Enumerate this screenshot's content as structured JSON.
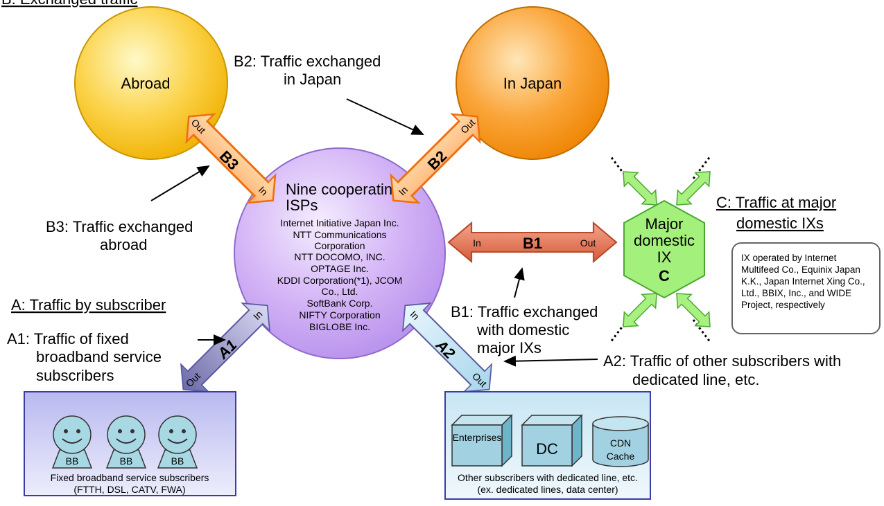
{
  "headings": {
    "b_section": "B: Exchanged traffic",
    "a_section": "A: Traffic by subscriber",
    "c_section_line1": "C:  Traffic at major",
    "c_section_line2": "domestic IXs"
  },
  "circles": {
    "abroad": "Abroad",
    "in_japan": "In Japan"
  },
  "isps": {
    "title_line1": "Nine cooperating",
    "title_line2": "ISPs",
    "members": [
      "Internet Initiative Japan Inc.",
      "NTT Communications",
      "Corporation",
      "NTT DOCOMO, INC.",
      "OPTAGE Inc.",
      "KDDI Corporation(*1), JCOM",
      "Co., Ltd.",
      "SoftBank Corp.",
      "NIFTY Corporation",
      "BIGLOBE Inc."
    ]
  },
  "arrows": {
    "b1": {
      "tag": "B1",
      "in": "In",
      "out": "Out"
    },
    "b2": {
      "tag": "B2",
      "in": "In",
      "out": "Out"
    },
    "b3": {
      "tag": "B3",
      "in": "In",
      "out": "Out"
    },
    "a1": {
      "tag": "A1",
      "in": "In",
      "out": "Out"
    },
    "a2": {
      "tag": "A2",
      "in": "In",
      "out": "Out"
    }
  },
  "annotations": {
    "b2_line1": "B2: Traffic exchanged",
    "b2_line2": "in Japan",
    "b3_line1": "B3: Traffic exchanged",
    "b3_line2": "abroad",
    "b1_line1": "B1:  Traffic exchanged",
    "b1_line2": "with domestic",
    "b1_line3": "major IXs",
    "a1_line1": "A1:  Traffic of fixed",
    "a1_line2": "broadband service",
    "a1_line3": "subscribers",
    "a2_line1": "A2:  Traffic of other subscribers with",
    "a2_line2": "dedicated line, etc."
  },
  "ix": {
    "line1": "Major",
    "line2": "domestic",
    "line3": "IX",
    "letter": "C",
    "note": "IX operated by Internet Multifeed Co., Equinix Japan K.K., Japan Internet Xing Co., Ltd., BBIX, Inc., and WIDE Project, respectively"
  },
  "fixed_box": {
    "badge": "BB",
    "caption_line1": "Fixed broadband service subscribers",
    "caption_line2": "(FTTH, DSL, CATV, FWA)"
  },
  "other_box": {
    "enterprises": "Enterprises",
    "dc": "DC",
    "cdn_line1": "CDN",
    "cdn_line2": "Cache",
    "caption_line1": "Other subscribers with dedicated line, etc.",
    "caption_line2": "(ex. dedicated lines, data center)"
  },
  "colors": {
    "abroad_fill": "#f7c500",
    "japan_fill": "#f79400",
    "isp_fill": "#c9a6f2",
    "b_arrow_fill": "#ffc08a",
    "b_arrow_stroke": "#f07010",
    "b1_arrow_fill": "#e77b5f",
    "a1_arrow_fill": "#9a98c8",
    "a2_arrow_fill": "#c8e8f4",
    "ix_fill": "#9ef07a",
    "box_fill": "#c9c9f4",
    "box2_fill": "#d8ecf6"
  }
}
